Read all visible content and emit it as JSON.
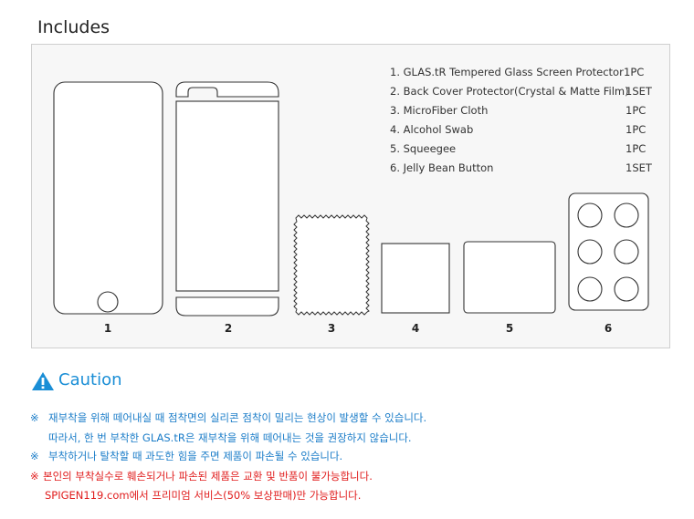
{
  "section_title": "Includes",
  "items": [
    {
      "name": "1. GLAS.tR Tempered Glass Screen Protector",
      "qty": "1PC"
    },
    {
      "name": "2. Back Cover Protector(Crystal & Matte Film)",
      "qty": "1SET"
    },
    {
      "name": "3.  MicroFiber Cloth",
      "qty": "1PC"
    },
    {
      "name": "4. Alcohol Swab",
      "qty": "1PC"
    },
    {
      "name": "5. Squeegee",
      "qty": "1PC"
    },
    {
      "name": "6. Jelly Bean Button",
      "qty": "1SET"
    }
  ],
  "figure_numbers": [
    "1",
    "2",
    "3",
    "4",
    "5",
    "6"
  ],
  "caution": {
    "title": "Caution",
    "mark": "※",
    "lines": [
      {
        "mark": "※",
        "text": "재부착을 위해 떼어내실 때 점착면의 실리콘 점착이 밀리는 현상이 발생할 수 있습니다."
      },
      {
        "mark": "",
        "text": "따라서, 한 번 부착한 GLAS.tR은 재부착을 위해 떼어내는 것을 권장하지 않습니다."
      },
      {
        "mark": "※",
        "text": "부착하거나 탈착할 때 과도한 힘을 주면 제품이 파손될 수 있습니다."
      },
      {
        "mark": "※",
        "text": "본인의 부착실수로 훼손되거나 파손된 제품은 교환 및 반품이 불가능합니다."
      },
      {
        "mark": "",
        "text": "SPIGEN119.com에서 프리미엄 서비스(50% 보상판매)만 가능합니다."
      }
    ]
  },
  "colors": {
    "caution_blue": "#1a8ed6",
    "note_blue": "#1a7cc8",
    "note_red": "#e01b1b"
  }
}
